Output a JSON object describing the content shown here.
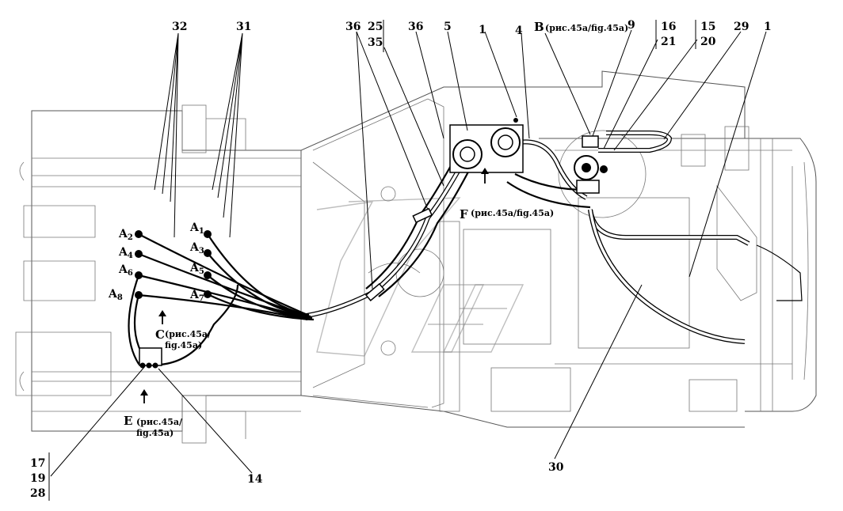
{
  "callouts": {
    "n32": "32",
    "n31": "31",
    "n36a": "36",
    "n25": "25",
    "n35": "35",
    "n36b": "36",
    "n5": "5",
    "n1a": "1",
    "n4": "4",
    "nB": "B",
    "nB_ref": "(рис.45a/fig.45a)",
    "n9": "9",
    "n16": "16",
    "n21": "21",
    "n15": "15",
    "n20": "20",
    "n29": "29",
    "n1b": "1",
    "nF": "F",
    "nF_ref": "(рис.45a/fig.45a)",
    "nC": "C",
    "nC_ref1": "(рис.45a/",
    "nC_ref2": "fig.45a)",
    "nE": "E",
    "nE_ref1": "(рис.45a/",
    "nE_ref2": "fig.45a)",
    "n17": "17",
    "n19": "19",
    "n28": "28",
    "n14": "14",
    "n30": "30"
  },
  "ports": {
    "A1": "A",
    "A1s": "1",
    "A2": "A",
    "A2s": "2",
    "A3": "A",
    "A3s": "3",
    "A4": "A",
    "A4s": "4",
    "A5": "A",
    "A5s": "5",
    "A6": "A",
    "A6s": "6",
    "A7": "A",
    "A7s": "7",
    "A8": "A",
    "A8s": "8"
  }
}
